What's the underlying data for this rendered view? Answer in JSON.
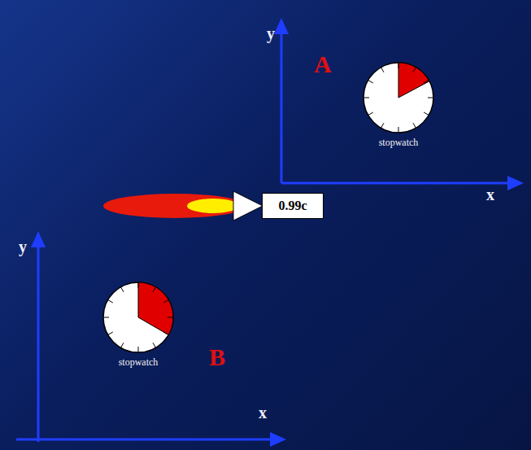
{
  "diagram": {
    "nodes": [
      {
        "text": [
          "stopwatch"
        ]
      },
      {
        "text": [
          "0.99c"
        ]
      },
      {
        "text": [
          "stopwatch"
        ]
      }
    ],
    "labels": [
      "y",
      "x",
      "A",
      "y",
      "x",
      "B"
    ]
  }
}
